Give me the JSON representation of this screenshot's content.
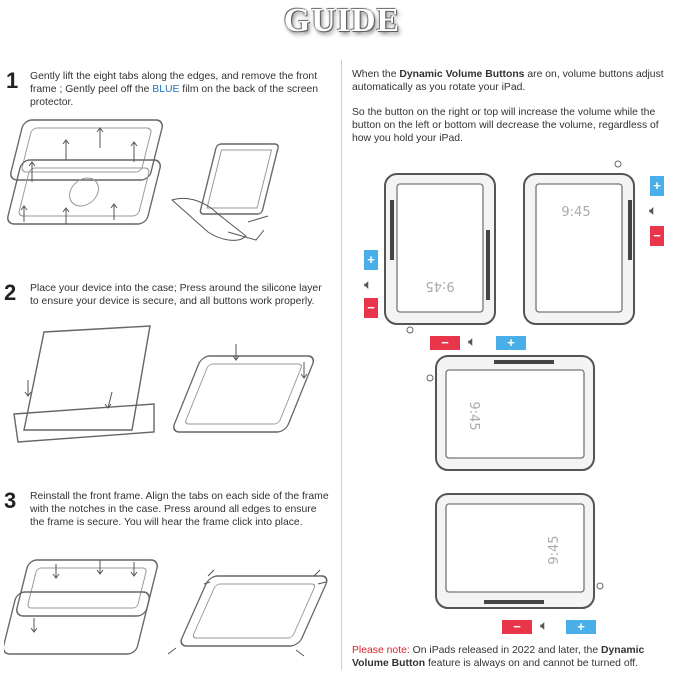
{
  "title": "GUIDE",
  "steps": [
    {
      "num": "1",
      "text_a": "Gently lift the eight tabs along the edges, and remove the front frame ; Gently peel off the ",
      "highlight": "BLUE",
      "text_b": " film on the back of the screen protector."
    },
    {
      "num": "2",
      "text": "Place your device into the case; Press around the silicone layer to ensure your device is secure, and all buttons work properly."
    },
    {
      "num": "3",
      "text": "Reinstall the front frame. Align the tabs on each side of the frame with the notches in the case. Press around all edges to ensure the frame is secure. You will hear the frame click into place."
    }
  ],
  "volume": {
    "p1_a": "When the ",
    "p1_bold": "Dynamic Volume Buttons",
    "p1_b": " are on, volume buttons adjust automatically as you rotate your iPad.",
    "p2": "So the button on the right or top will increase the volume while the button on the left or bottom will decrease the volume, regardless of how you hold your iPad.",
    "clock": "9:45",
    "plus": "+",
    "minus": "−",
    "note_label": "Please note:",
    "note_a": " On iPads released in 2022 and later, the ",
    "note_bold": "Dynamic Volume Button",
    "note_b": " feature is always on and cannot be turned off."
  },
  "colors": {
    "plus": "#4aaee8",
    "minus": "#e8354a",
    "accent_blue": "#1e73be",
    "note_red": "#d9232d"
  }
}
